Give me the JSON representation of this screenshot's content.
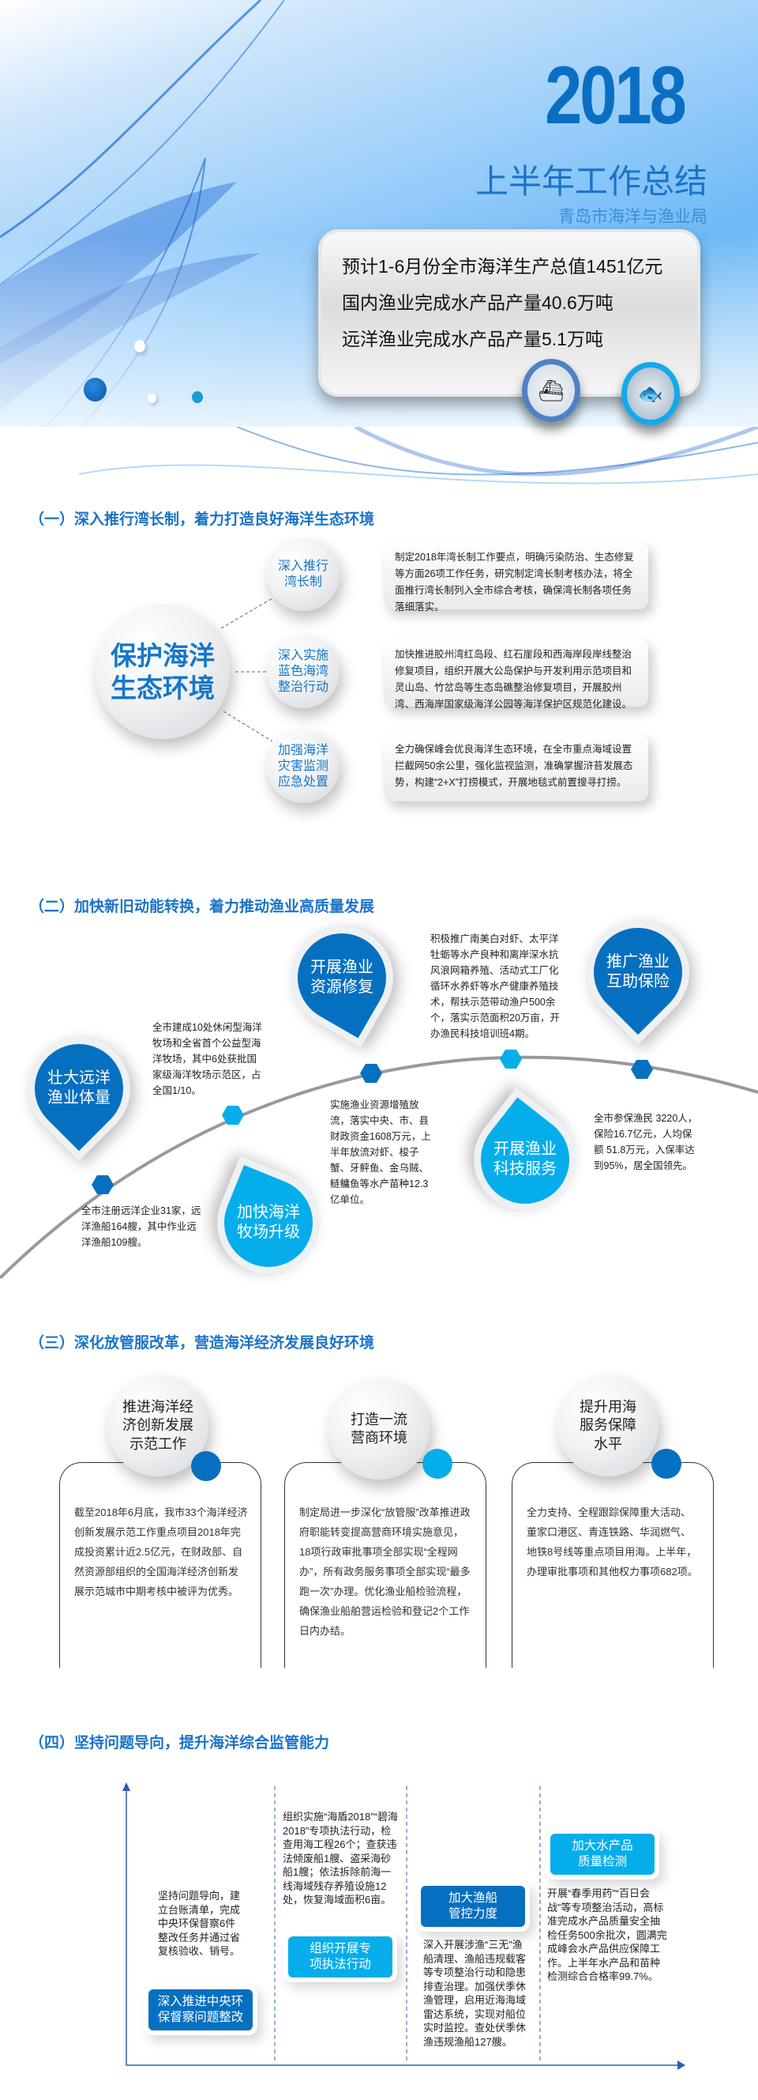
{
  "hero": {
    "year": "2018",
    "title": "上半年工作总结",
    "subtitle": "青岛市海洋与渔业局",
    "stats": [
      "预计1-6月份全市海洋生产总值1451亿元",
      "国内渔业完成水产品产量40.6万吨",
      "远洋渔业完成水产品产量5.1万吨"
    ],
    "photo_icons": [
      "ship-photo-icon",
      "fish-photo-icon"
    ]
  },
  "section1": {
    "title": "（一）深入推行湾长制，着力打造良好海洋生态环境",
    "center": "保护海洋生态环境",
    "center_lines": [
      "保护海洋",
      "生态环境"
    ],
    "items": [
      {
        "label": "深入推行湾长制",
        "lines": [
          "深入推行",
          "湾长制"
        ],
        "text": "制定2018年湾长制工作要点，明确污染防治、生态修复等方面26项工作任务，研究制定湾长制考核办法，将全面推行湾长制列入全市综合考核，确保湾长制各项任务落细落实。"
      },
      {
        "label": "深入实施蓝色海湾整治行动",
        "lines": [
          "深入实施",
          "蓝色海湾",
          "整治行动"
        ],
        "text": "加快推进胶州湾红岛段、红石崖段和西海岸段岸线整治修复项目，组织开展大公岛保护与开发利用示范项目和灵山岛、竹岔岛等生态岛礁整治修复项目，开展胶州湾、西海岸国家级海洋公园等海洋保护区规范化建设。"
      },
      {
        "label": "加强海洋灾害监测应急处置",
        "lines": [
          "加强海洋",
          "灾害监测",
          "应急处置"
        ],
        "text": "全力确保峰会优良海洋生态环境，在全市重点海域设置拦截网50余公里，强化监视监测，准确掌握浒苔发展态势，构建“2+X”打捞模式，开展地毯式前置搜寻打捞。"
      }
    ]
  },
  "section2": {
    "title": "（二）加快新旧动能转换，着力推动渔业高质量发展",
    "bubbles": [
      {
        "lines": [
          "壮大远洋",
          "渔业体量"
        ],
        "color": "#0670c0"
      },
      {
        "lines": [
          "加快海洋",
          "牧场升级"
        ],
        "color": "#05aeea"
      },
      {
        "lines": [
          "开展渔业",
          "资源修复"
        ],
        "color": "#0670c0"
      },
      {
        "lines": [
          "开展渔业",
          "科技服务"
        ],
        "color": "#05aeea"
      },
      {
        "lines": [
          "推广渔业",
          "互助保险"
        ],
        "color": "#0670c0"
      }
    ],
    "texts": [
      "全市注册远洋企业31家，远洋渔船164艘，其中作业远洋渔船109艘。",
      "全市建成10处休闲型海洋牧场和全省首个公益型海洋牧场，其中6处获批国家级海洋牧场示范区，占全国1/10。",
      "实施渔业资源增殖放流，落实中央、市、县财政资金1608万元，上半年放流对虾、梭子蟹、牙鲆鱼、金乌贼、鲢鳙鱼等水产苗种12.3亿单位。",
      "积极推广南美白对虾、太平洋牡蛎等水产良种和离岸深水抗风浪网箱养殖、活动式工厂化循环水养虾等水产健康养殖技术，帮扶示范带动渔户500余个，落实示范面积20万亩，开办渔民科技培训班4期。",
      "全市参保渔民 3220人，保险16.7亿元，人均保额 51.8万元，入保率达到95%，居全国领先。"
    ]
  },
  "section3": {
    "title": "（三）深化放管服改革，营造海洋经济发展良好环境",
    "cards": [
      {
        "lines": [
          "推进海洋经",
          "济创新发展",
          "示范工作"
        ],
        "text": "截至2018年6月底，我市33个海洋经济创新发展示范工作重点项目2018年完成投资累计近2.5亿元，在财政部、自然资源部组织的全国海洋经济创新发展示范城市中期考核中被评为优秀。",
        "dot_color": "#0670c0"
      },
      {
        "lines": [
          "打造一流",
          "营商环境"
        ],
        "text": "制定局进一步深化“放管服”改革推进政府职能转变提高营商环境实施意见，18项行政审批事项全部实现“全程网办”，所有政务服务事项全部实现“最多跑一次”办理。优化渔业船检验流程，确保渔业船舶营运检验和登记2个工作日内办结。",
        "dot_color": "#05aeea"
      },
      {
        "lines": [
          "提升用海",
          "服务保障",
          "水平"
        ],
        "text": "全力支持、全程跟踪保障重大活动、董家口港区、青连铁路、华润燃气、地铁8号线等重点项目用海。上半年，办理审批事项和其他权力事项682项。",
        "dot_color": "#0670c0"
      }
    ]
  },
  "section4": {
    "title": "（四）坚持问题导向，提升海洋综合监管能力",
    "steps": [
      {
        "lines": [
          "深入推进中央环",
          "保督察问题整改"
        ],
        "text": "坚持问题导向，建立台账清单，完成中央环保督察6件整改任务并通过省复核验收、销号。",
        "color": "#0670c0"
      },
      {
        "lines": [
          "组织开展专",
          "项执法行动"
        ],
        "text": "组织实施“海盾2018”“碧海2018”专项执法行动，检查用海工程26个；查获违法倾废船1艘、盗采海砂船1艘；依法拆除前海一线海域残存养殖设施12处，恢复海域面积6亩。",
        "color": "#05aeea"
      },
      {
        "lines": [
          "加大渔船",
          "管控力度"
        ],
        "text": "深入开展涉渔“三无”渔船清理、渔船违规载客等专项整治行动和隐患排查治理。加强伏季休渔管理，启用近海海域雷达系统，实现对船位实时监控。查处伏季休渔违规渔船127艘。",
        "color": "#0670c0"
      },
      {
        "lines": [
          "加大水产品",
          "质量检测"
        ],
        "text": "开展“春季用药”“百日会战”等专项整治活动，高标准完成水产品质量安全抽检任务500余批次，圆满完成峰会水产品供应保障工作。上半年水产品和苗种检测综合合格率99.7%。",
        "color": "#05aeea"
      }
    ]
  }
}
